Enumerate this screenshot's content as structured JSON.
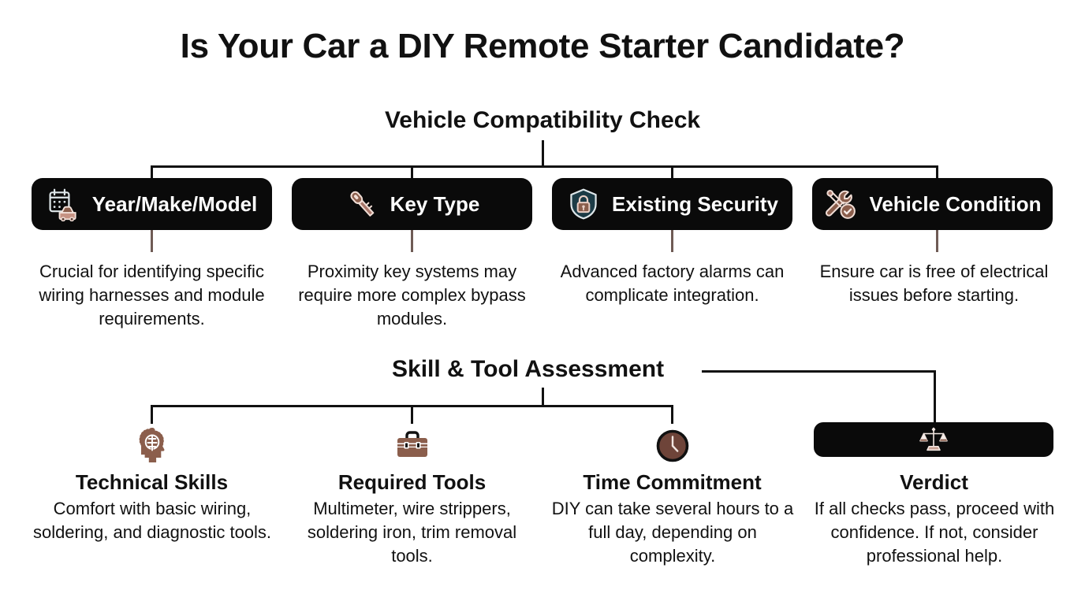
{
  "title": "Is Your Car a DIY Remote Starter Candidate?",
  "colors": {
    "background": "#ffffff",
    "card_bg": "#0a0a0a",
    "text": "#111111",
    "card_text": "#ffffff",
    "accent_brown": "#8b5e4c",
    "connector": "#111111",
    "stub": "#6f5b55",
    "shield_teal": "#1c3b46"
  },
  "sections": [
    {
      "header": "Vehicle Compatibility Check",
      "items": [
        {
          "label": "Year/Make/Model",
          "icon": "calendar-car-icon",
          "desc": "Crucial for identifying specific wiring harnesses and module requirements."
        },
        {
          "label": "Key Type",
          "icon": "key-icon",
          "desc": "Proximity key systems may require more complex bypass modules."
        },
        {
          "label": "Existing Security",
          "icon": "shield-lock-icon",
          "desc": "Advanced factory alarms can complicate integration."
        },
        {
          "label": "Vehicle Condition",
          "icon": "wrench-check-icon",
          "desc": "Ensure car is free of electrical issues before starting."
        }
      ]
    },
    {
      "header": "Skill & Tool Assessment",
      "items": [
        {
          "label": "Technical Skills",
          "icon": "gear-head-brain-icon",
          "desc": "Comfort with basic wiring, soldering, and diagnostic tools."
        },
        {
          "label": "Required Tools",
          "icon": "toolbox-icon",
          "desc": "Multimeter, wire strippers, soldering iron, trim removal tools."
        },
        {
          "label": "Time Commitment",
          "icon": "clock-icon",
          "desc": "DIY can take several hours to a full day, depending on complexity."
        },
        {
          "label": "Verdict",
          "icon": "balance-scale-icon",
          "desc": "If all checks pass, proceed with confidence. If not, consider professional help."
        }
      ]
    }
  ]
}
